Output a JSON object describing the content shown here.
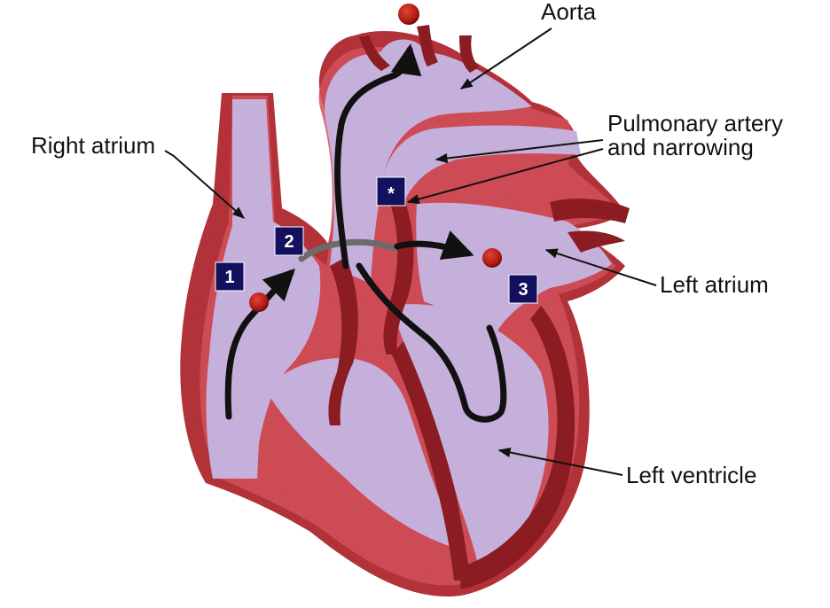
{
  "labels": {
    "aorta": "Aorta",
    "pulmonary_line1": "Pulmonary artery",
    "pulmonary_line2": "and narrowing",
    "right_atrium": "Right atrium",
    "left_atrium": "Left atrium",
    "left_ventricle": "Left ventricle"
  },
  "markers": {
    "m1": "1",
    "m2": "2",
    "m3": "3",
    "star": "*"
  },
  "colors": {
    "tissue_dark": "#8e1b22",
    "tissue_mid": "#b5323a",
    "tissue_light": "#d6525d",
    "chamber": "#c9b3e0",
    "badge": "#13115e",
    "clot": "#b51c12"
  }
}
